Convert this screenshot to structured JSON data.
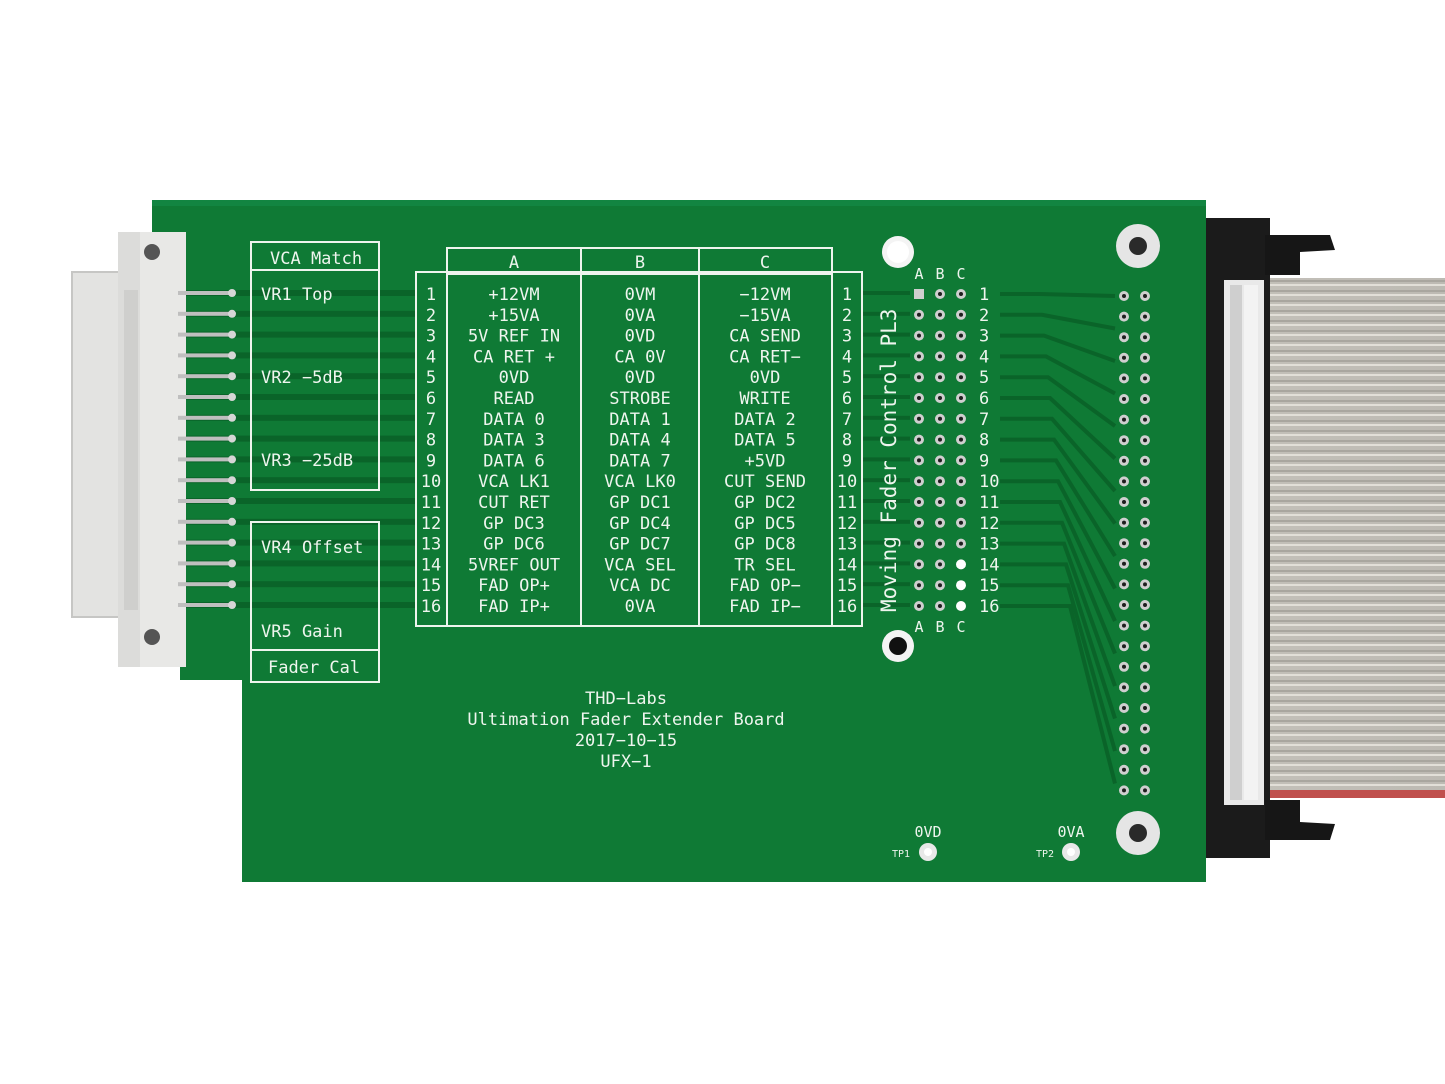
{
  "colors": {
    "pcb": "#0f7a35",
    "pcb_dark": "#0a6429",
    "silkscreen": "#eef5ee",
    "connector_gray": "#d9d9d9",
    "ribbon": "#c9c6bf",
    "connector_black": "#1b1b1b",
    "ribbon_red_stripe": "#c0504d"
  },
  "left_panel": {
    "vca_match": "VCA Match",
    "vr1": "VR1 Top",
    "vr2": "VR2 −5dB",
    "vr3": "VR3 −25dB",
    "vr4": "VR4 Offset",
    "vr5": "VR5 Gain",
    "fader_cal": "Fader Cal"
  },
  "pin_table": {
    "headers": [
      "A",
      "B",
      "C"
    ],
    "rows": [
      {
        "n": "1",
        "a": "+12VM",
        "b": "0VM",
        "c": "−12VM"
      },
      {
        "n": "2",
        "a": "+15VA",
        "b": "0VA",
        "c": "−15VA"
      },
      {
        "n": "3",
        "a": "5V REF IN",
        "b": "0VD",
        "c": "CA SEND"
      },
      {
        "n": "4",
        "a": "CA RET +",
        "b": "CA 0V",
        "c": "CA RET−"
      },
      {
        "n": "5",
        "a": "0VD",
        "b": "0VD",
        "c": "0VD"
      },
      {
        "n": "6",
        "a": "READ",
        "b": "STROBE",
        "c": "WRITE"
      },
      {
        "n": "7",
        "a": "DATA 0",
        "b": "DATA 1",
        "c": "DATA 2"
      },
      {
        "n": "8",
        "a": "DATA 3",
        "b": "DATA 4",
        "c": "DATA 5"
      },
      {
        "n": "9",
        "a": "DATA 6",
        "b": "DATA 7",
        "c": "+5VD"
      },
      {
        "n": "10",
        "a": "VCA LK1",
        "b": "VCA LK0",
        "c": "CUT SEND"
      },
      {
        "n": "11",
        "a": "CUT RET",
        "b": "GP DC1",
        "c": "GP DC2"
      },
      {
        "n": "12",
        "a": "GP DC3",
        "b": "GP DC4",
        "c": "GP DC5"
      },
      {
        "n": "13",
        "a": "GP DC6",
        "b": "GP DC7",
        "c": "GP DC8"
      },
      {
        "n": "14",
        "a": "5VREF OUT",
        "b": "VCA SEL",
        "c": "TR SEL"
      },
      {
        "n": "15",
        "a": "FAD OP+",
        "b": "VCA DC",
        "c": "FAD OP−"
      },
      {
        "n": "16",
        "a": "FAD IP+",
        "b": "0VA",
        "c": "FAD IP−"
      }
    ]
  },
  "connector_label": "Moving Fader Control PL3",
  "header_cols": [
    "A",
    "B",
    "C"
  ],
  "header_rows": [
    "1",
    "2",
    "3",
    "4",
    "5",
    "6",
    "7",
    "8",
    "9",
    "10",
    "11",
    "12",
    "13",
    "14",
    "15",
    "16"
  ],
  "board_info": {
    "line1": "THD−Labs",
    "line2": "Ultimation Fader Extender Board",
    "line3": "2017−10−15",
    "line4": "UFX−1"
  },
  "test_points": {
    "tp1_label": "TP1",
    "tp1_net": "0VD",
    "tp2_label": "TP2",
    "tp2_net": "0VA"
  },
  "icons": [
    "mounting-hole-icon",
    "pcb-via-icon",
    "header-pin-icon"
  ]
}
